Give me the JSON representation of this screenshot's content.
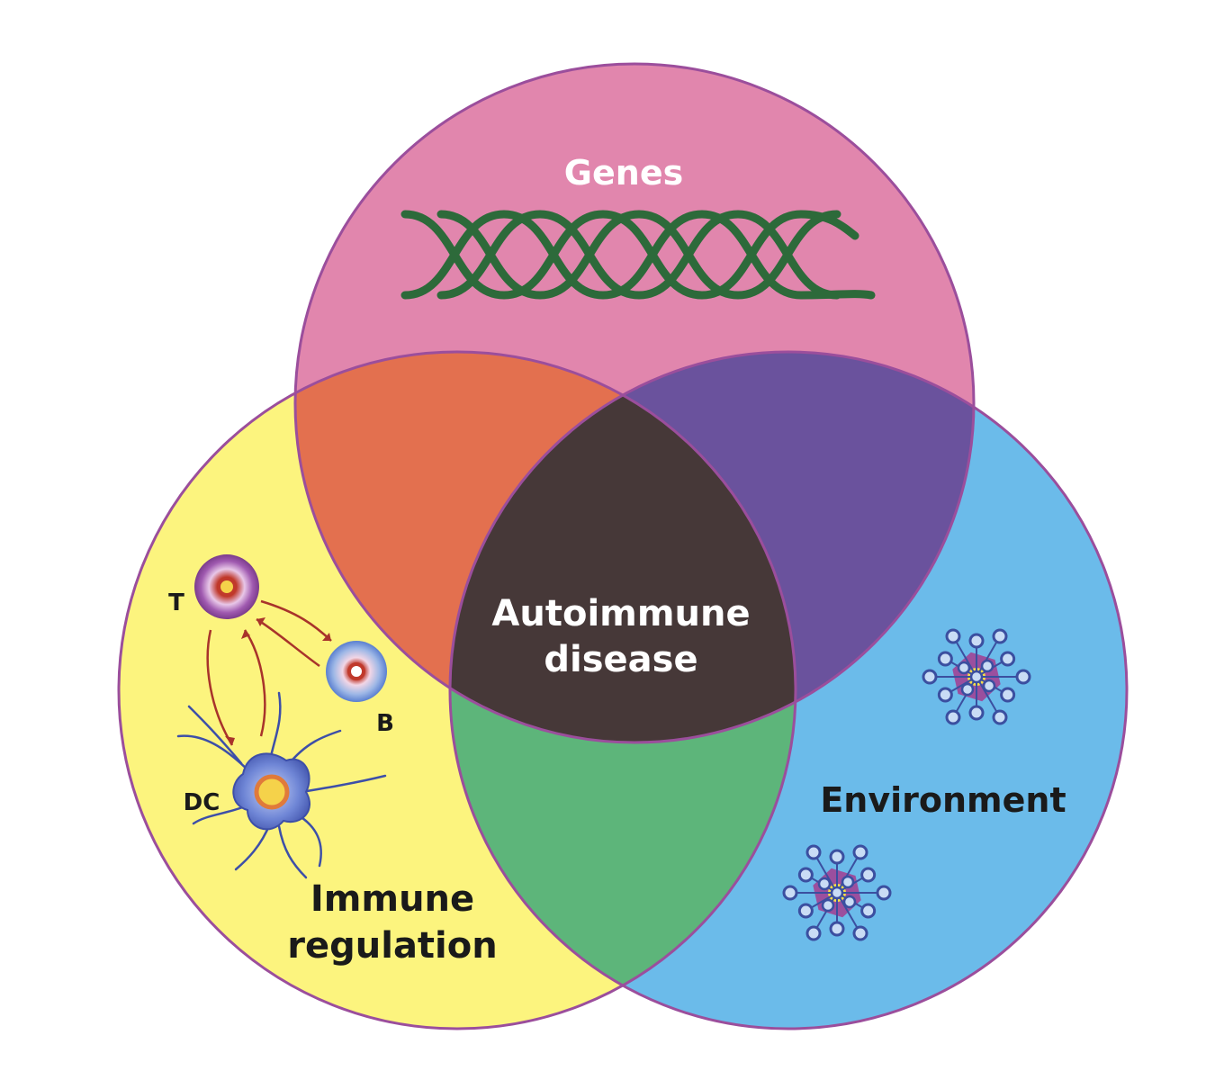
{
  "diagram": {
    "circles": {
      "genes": {
        "label": "Genes",
        "color": "#E186AD"
      },
      "immune": {
        "label_line1": "Immune",
        "label_line2": "regulation",
        "color": "#FCF47E"
      },
      "environment": {
        "label": "Environment",
        "color": "#6BBBEA"
      }
    },
    "overlaps": {
      "genes_immune": "#E3704F",
      "genes_environment": "#6A529D",
      "immune_environment": "#5DB57A",
      "center": "#463838"
    },
    "center_label_line1": "Autoimmune",
    "center_label_line2": "disease",
    "outline_color": "#9B4E9C",
    "dna_color": "#2D6A3A",
    "cells": {
      "t_label": "T",
      "b_label": "B",
      "dc_label": "DC"
    }
  }
}
